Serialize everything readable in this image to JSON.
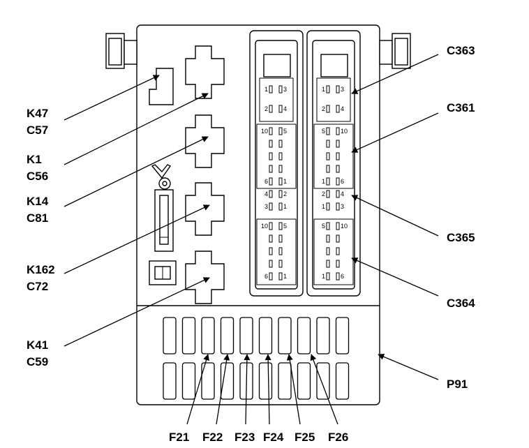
{
  "diagram": {
    "left_labels": [
      {
        "code": "K47",
        "sub": "C57"
      },
      {
        "code": "K1",
        "sub": "C56"
      },
      {
        "code": "K14",
        "sub": "C81"
      },
      {
        "code": "K162",
        "sub": "C72"
      },
      {
        "code": "K41",
        "sub": "C59"
      }
    ],
    "right_labels": [
      "C363",
      "C361",
      "C365",
      "C364",
      "P91"
    ],
    "fuse_labels": [
      "F21",
      "F22",
      "F23",
      "F24",
      "F25",
      "F26"
    ],
    "connector_left": {
      "top": [
        [
          "1",
          "3"
        ],
        [
          "2",
          "4"
        ]
      ],
      "block1": [
        [
          "10",
          "5"
        ],
        [
          "6",
          "1"
        ]
      ],
      "mid": [
        [
          "4",
          "2"
        ],
        [
          "3",
          "1"
        ]
      ],
      "block2": [
        [
          "10",
          "5"
        ],
        [
          "6",
          "1"
        ]
      ]
    },
    "connector_right": {
      "top": [
        [
          "1",
          "3"
        ],
        [
          "2",
          "4"
        ]
      ],
      "block1": [
        [
          "5",
          "10"
        ],
        [
          "1",
          "6"
        ]
      ],
      "mid": [
        [
          "2",
          "4"
        ],
        [
          "1",
          "3"
        ]
      ],
      "block2": [
        [
          "5",
          "10"
        ],
        [
          "1",
          "6"
        ]
      ]
    }
  }
}
